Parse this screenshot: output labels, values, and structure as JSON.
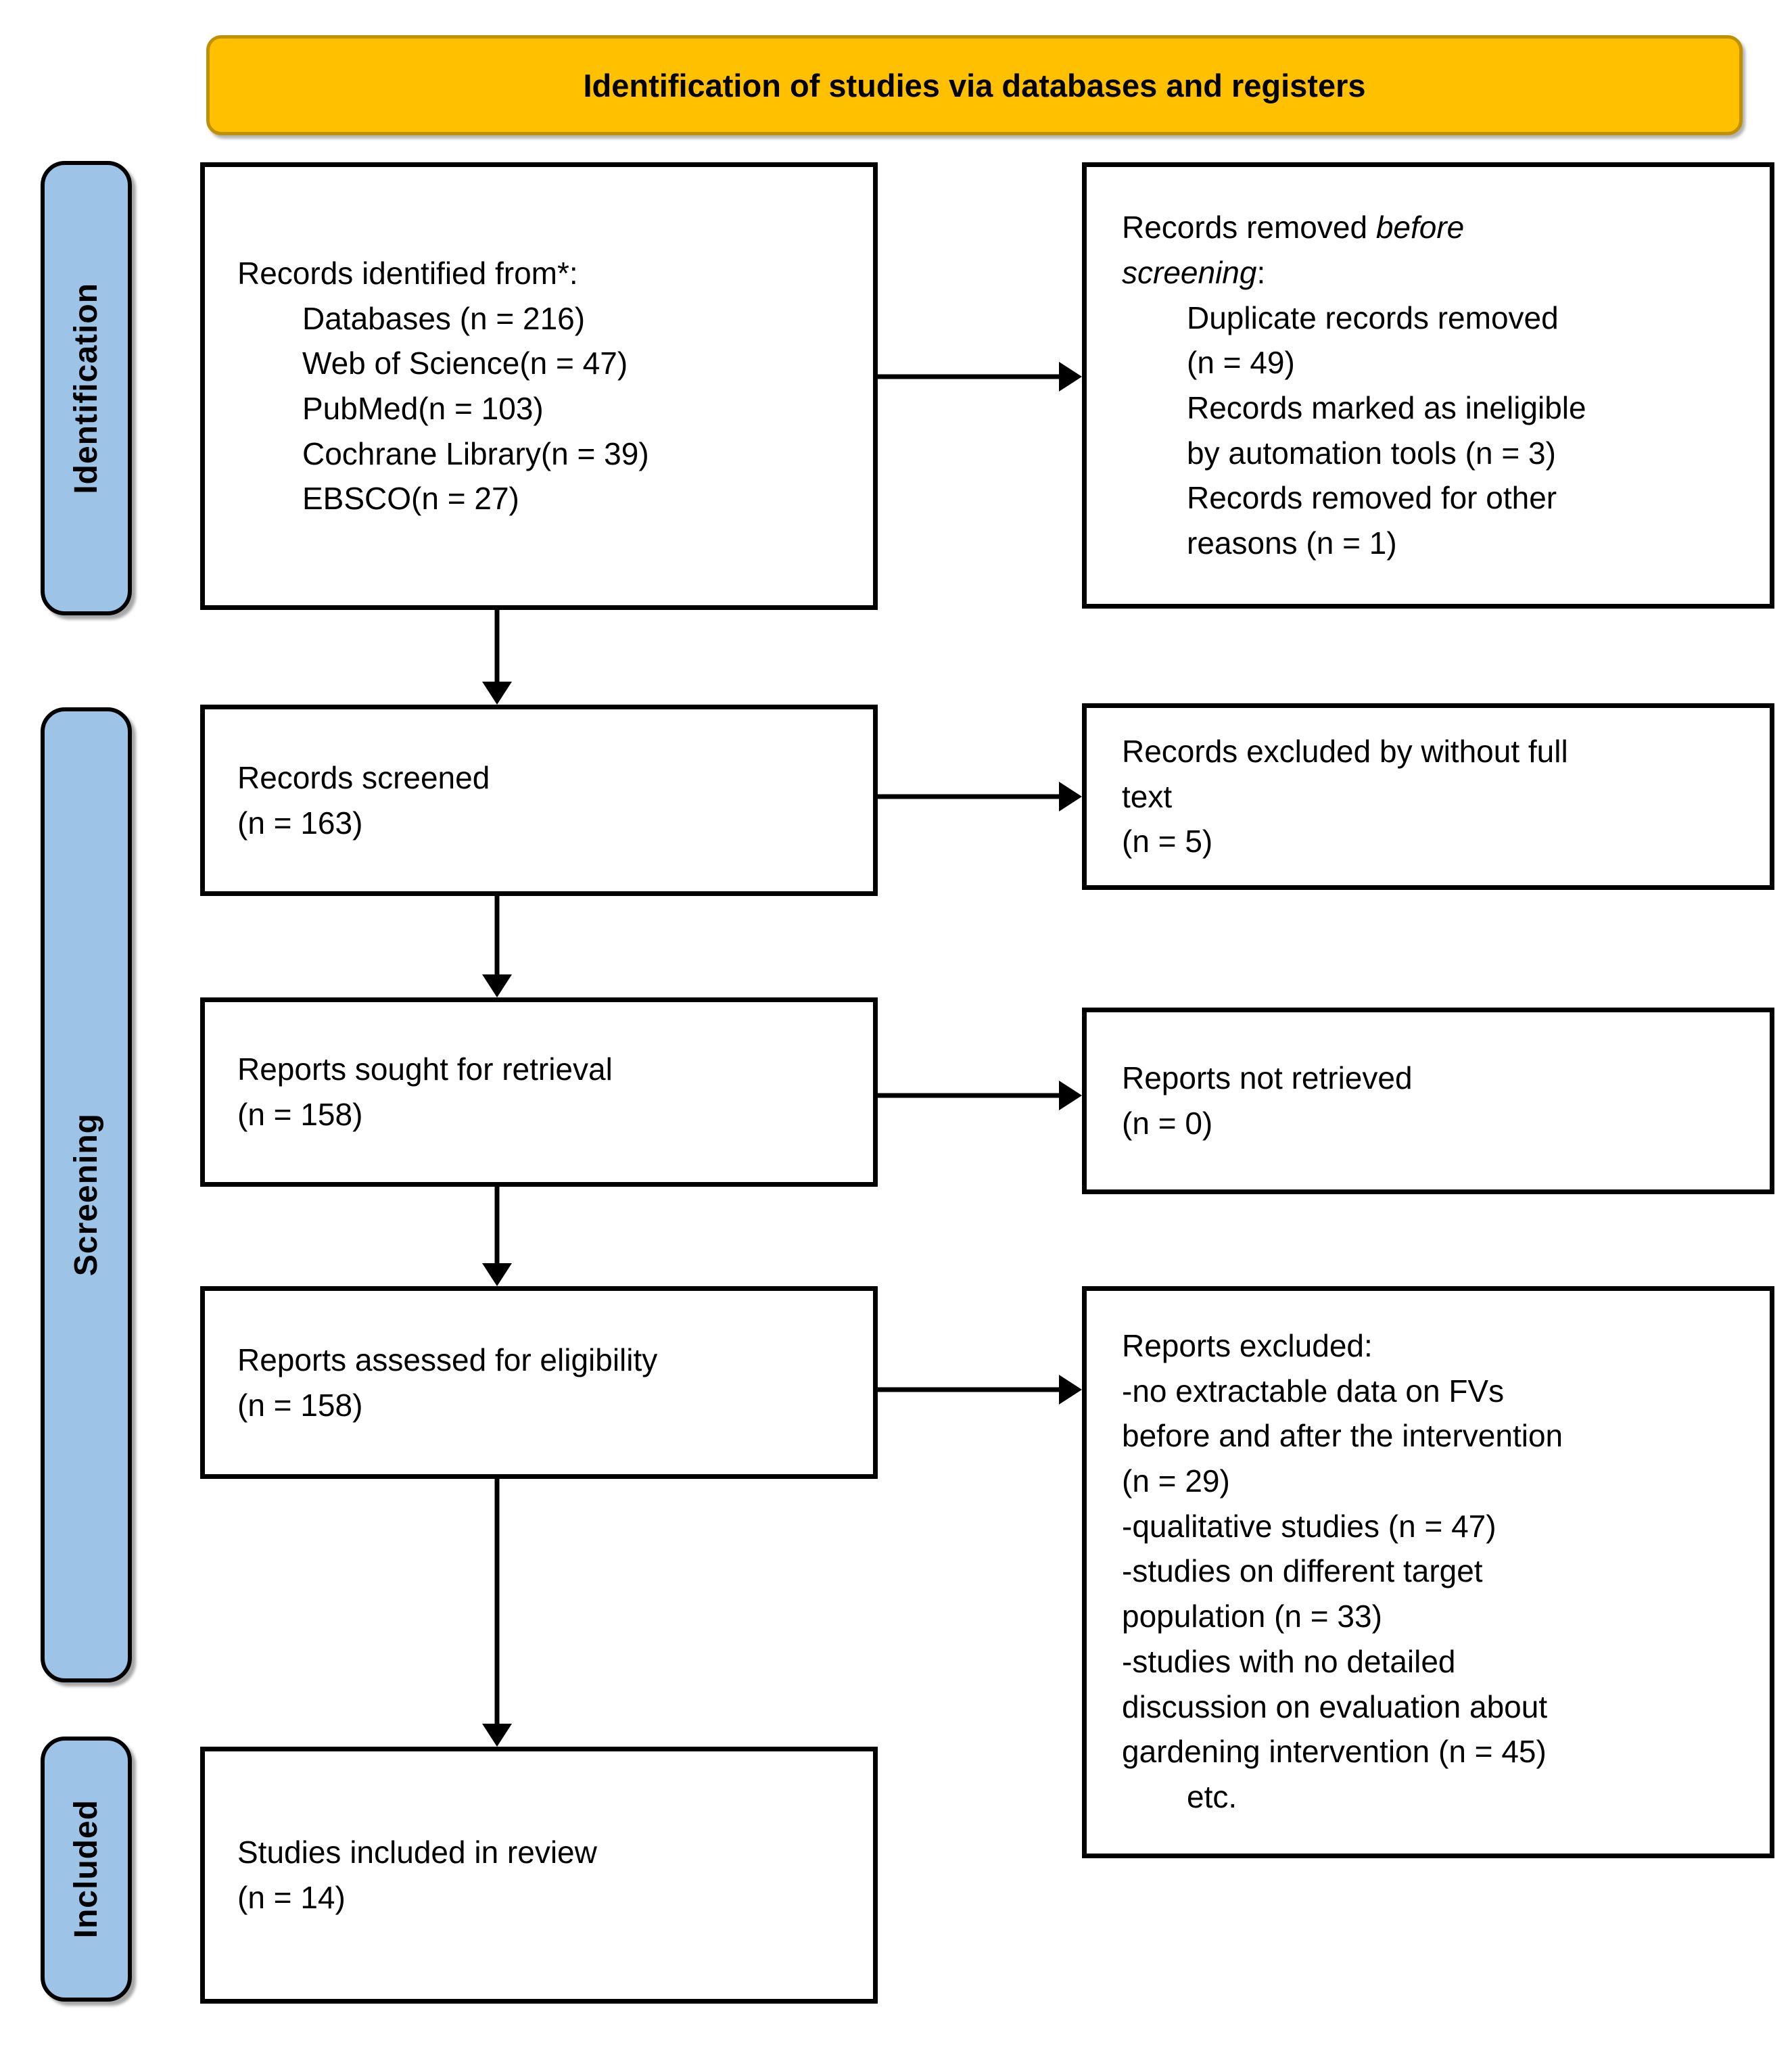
{
  "header": {
    "title": "Identification of studies via databases and registers"
  },
  "sidebar": {
    "identification": "Identification",
    "screening": "Screening",
    "included": "Included"
  },
  "flow": {
    "records_identified": {
      "intro": "Records identified from*:",
      "items": [
        "Databases (n = 216)",
        "Web of Science(n = 47)",
        "PubMed(n = 103)",
        "Cochrane Library(n = 39)",
        "EBSCO(n = 27)"
      ]
    },
    "records_removed": {
      "intro_prefix": "Records removed ",
      "intro_italic": "before screening",
      "intro_suffix": ":",
      "items": [
        "Duplicate records removed\n(n = 49)",
        "Records marked as ineligible\nby automation tools (n = 3)",
        "Records removed for other\nreasons (n = 1)"
      ]
    },
    "records_screened": {
      "text": "Records screened\n(n = 163)"
    },
    "records_excluded": {
      "text": "Records excluded by without full\ntext\n(n = 5)"
    },
    "reports_sought": {
      "text": "Reports sought for retrieval\n(n = 158)"
    },
    "reports_not_retrieved": {
      "text": "Reports not retrieved\n(n = 0)"
    },
    "reports_assessed": {
      "text": "Reports assessed for eligibility\n(n = 158)"
    },
    "reports_excluded": {
      "intro": "Reports excluded:",
      "items": [
        "-no extractable data on FVs\nbefore and after the intervention\n(n = 29)",
        "-qualitative studies (n = 47)",
        "-studies on different target\npopulation (n = 33)",
        "-studies with no detailed\ndiscussion on evaluation about\ngardening intervention (n = 45)"
      ],
      "footer": "etc."
    },
    "studies_included": {
      "text": "Studies included in review\n(n = 14)"
    }
  },
  "colors": {
    "header-bg": "#FFC000",
    "header-border": "#BF9000",
    "sidebar-bg": "#9DC3E6",
    "box-border": "#000000",
    "box-bg": "#FFFFFF",
    "text": "#000000"
  }
}
